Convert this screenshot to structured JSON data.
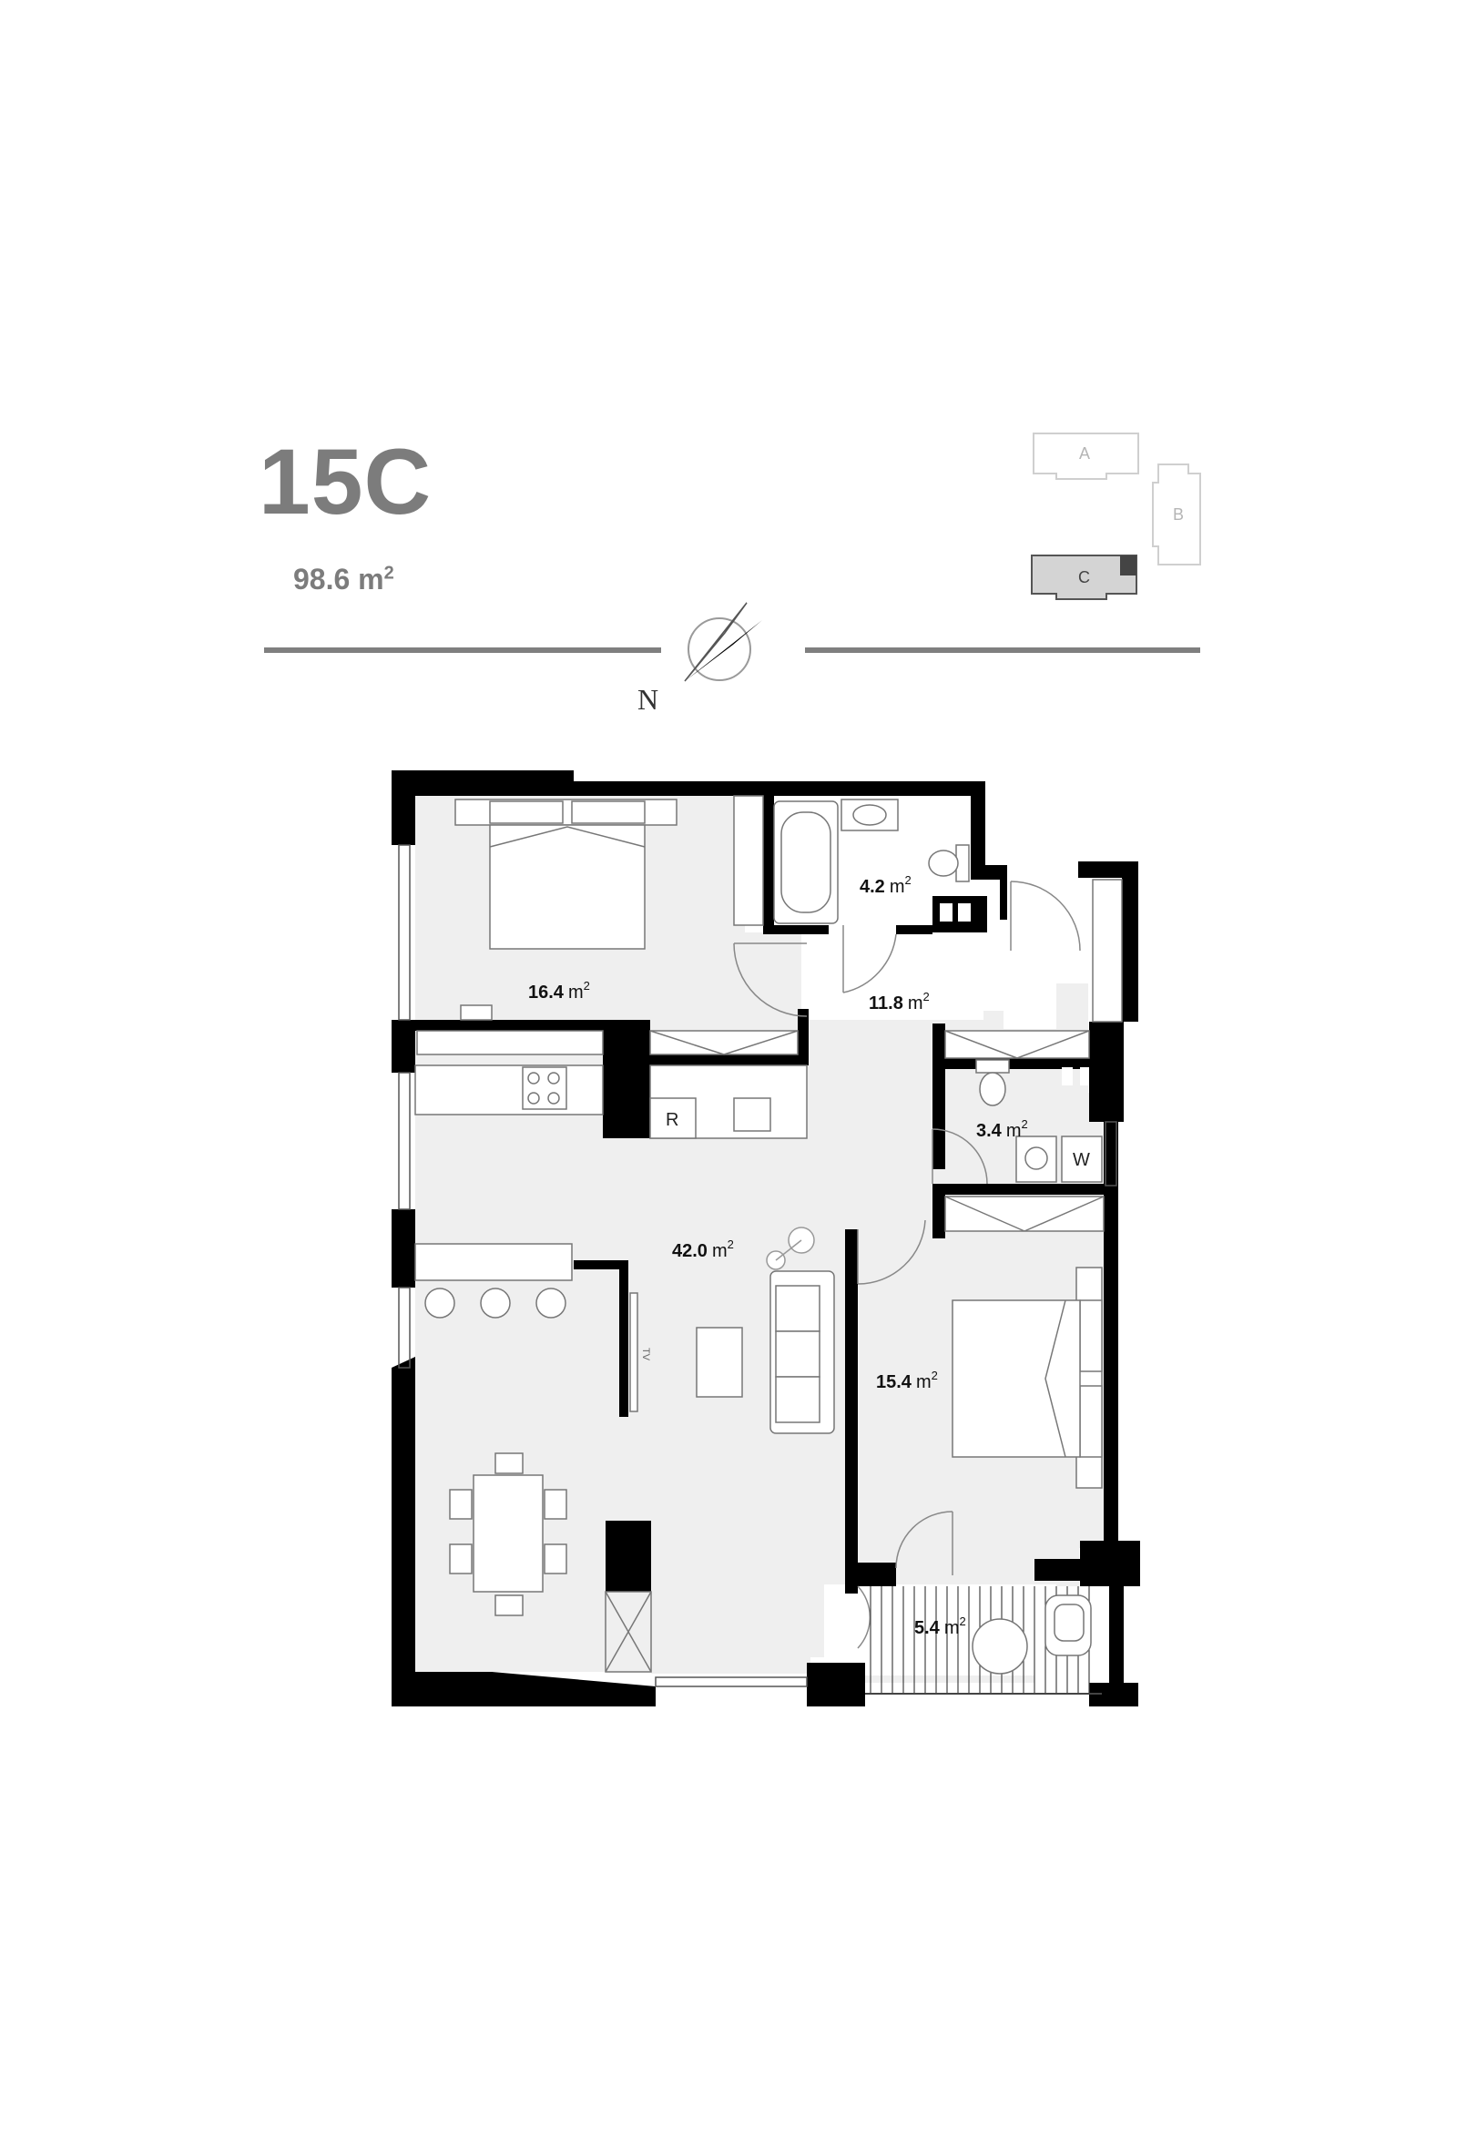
{
  "unit": {
    "name": "15C",
    "area_value": "98.6",
    "area_unit": "m",
    "area_exponent": "2"
  },
  "compass": {
    "north_label": "N"
  },
  "key_plan": {
    "buildings": [
      "A",
      "B",
      "C"
    ],
    "highlighted": "C"
  },
  "rooms": {
    "bedroom_1": {
      "area": "16.4",
      "unit": "m",
      "exp": "2"
    },
    "bathroom": {
      "area": "4.2",
      "unit": "m",
      "exp": "2"
    },
    "hall": {
      "area": "11.8",
      "unit": "m",
      "exp": "2"
    },
    "wc": {
      "area": "3.4",
      "unit": "m",
      "exp": "2"
    },
    "living": {
      "area": "42.0",
      "unit": "m",
      "exp": "2"
    },
    "bedroom_2": {
      "area": "15.4",
      "unit": "m",
      "exp": "2"
    },
    "balcony": {
      "area": "5.4",
      "unit": "m",
      "exp": "2"
    }
  },
  "fixtures": {
    "fridge": "R",
    "washer": "W",
    "tv": "TV"
  },
  "colors": {
    "wall": "#000000",
    "floor": "#efefef",
    "title": "#7c7c7c",
    "rule": "#7f7f7f"
  }
}
